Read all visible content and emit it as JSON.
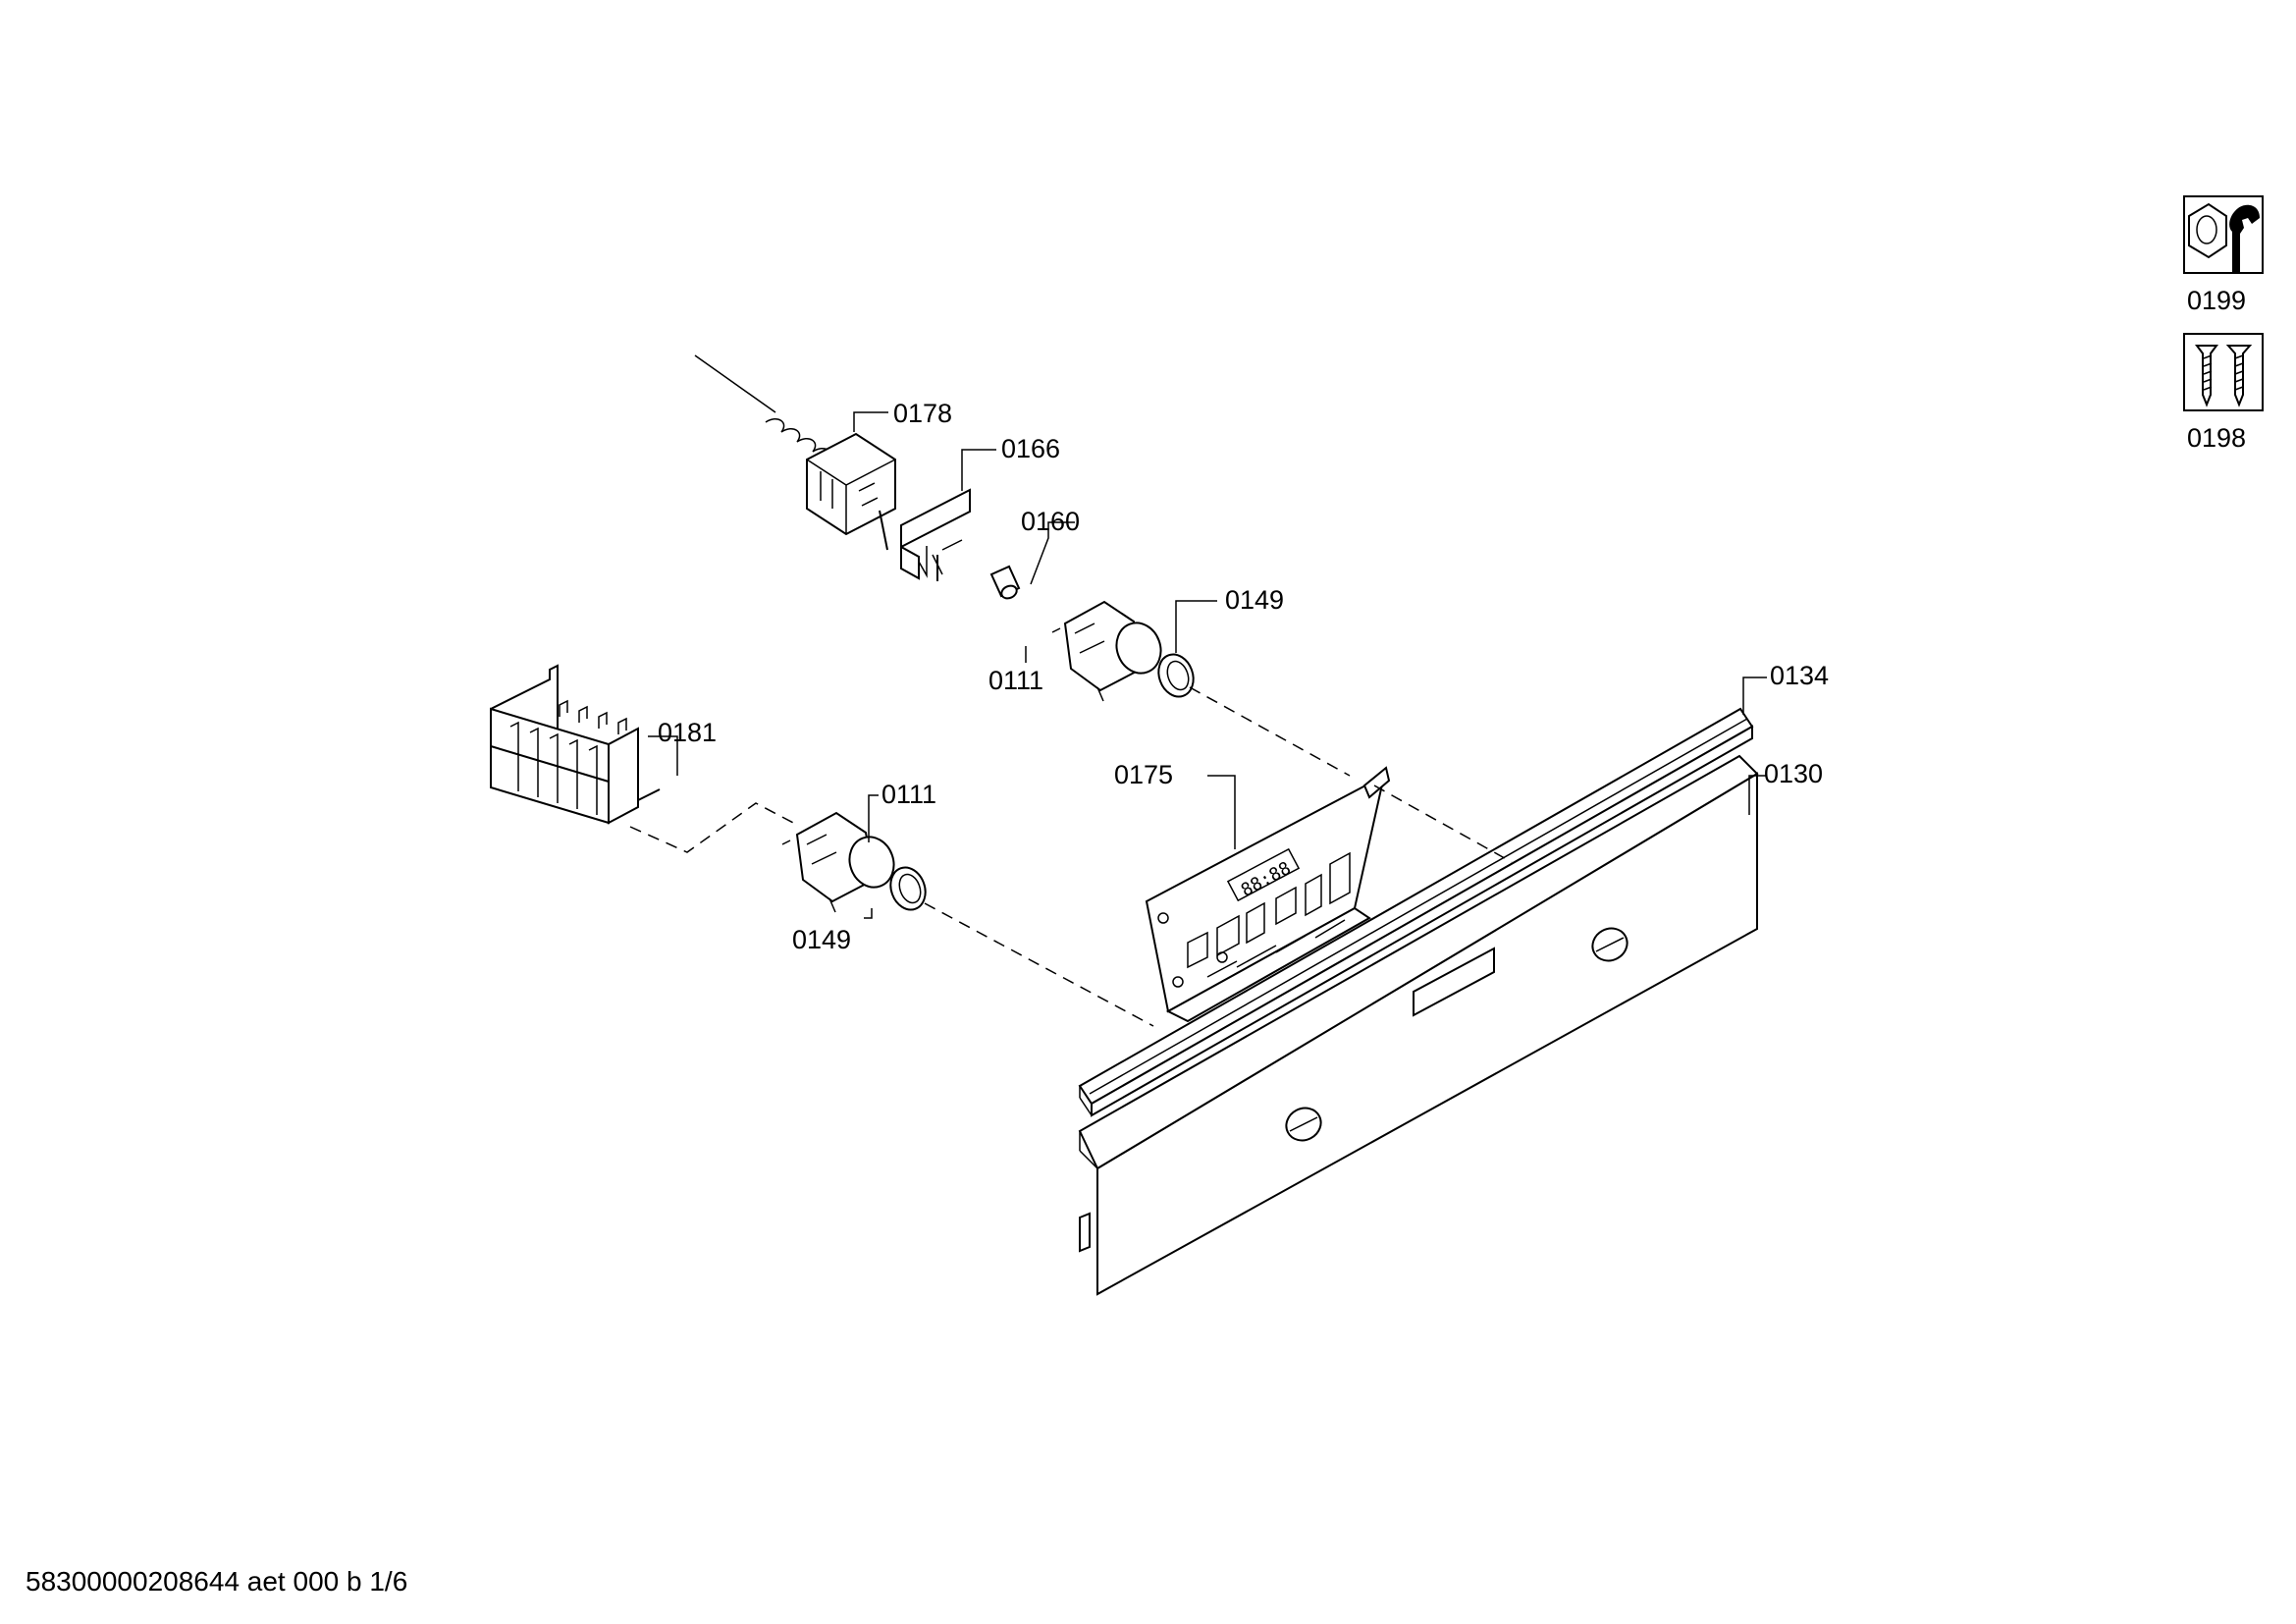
{
  "labels": {
    "p0178": "0178",
    "p0166": "0166",
    "p0160": "0160",
    "p0149_top": "0149",
    "p0111_top": "0111",
    "p0181": "0181",
    "p0111_mid": "0111",
    "p0149_mid": "0149",
    "p0175": "0175",
    "p0134": "0134",
    "p0130": "0130",
    "p0199": "0199",
    "p0198": "0198"
  },
  "icons": {
    "p0199": "nut-and-wrench-icon",
    "p0198": "screws-icon"
  },
  "footer": {
    "doc_id": "58300000208644 aet 000 b 1/6"
  }
}
